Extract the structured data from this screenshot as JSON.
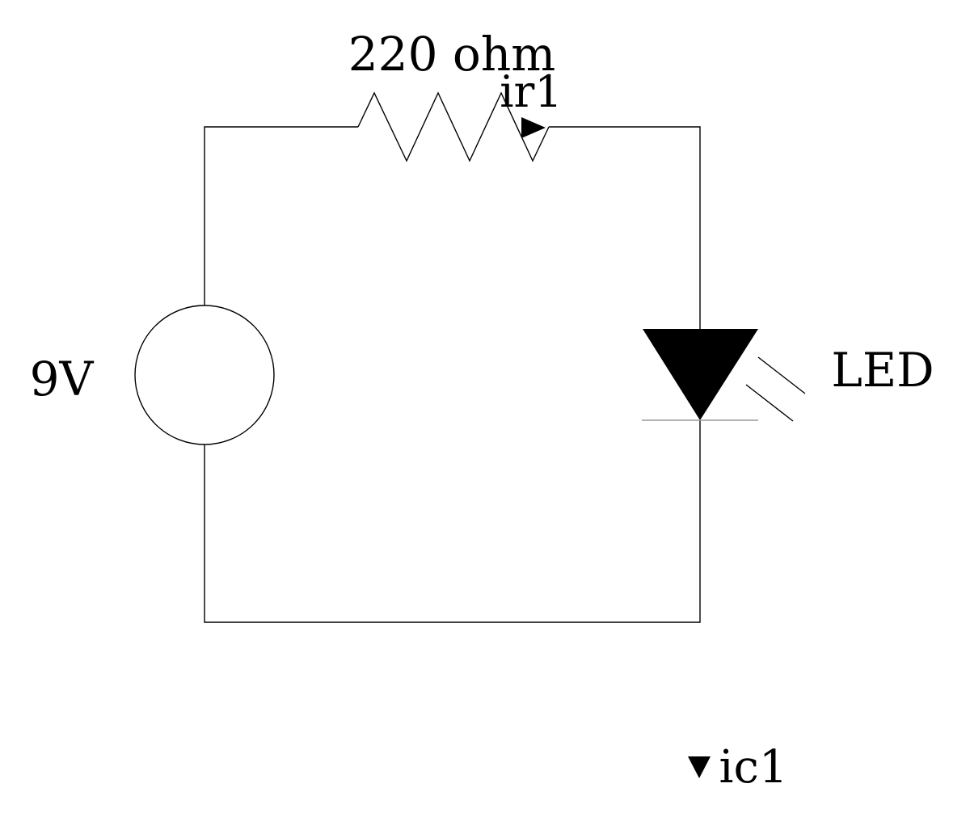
{
  "labels": {
    "resistor": "220 ohm",
    "resistor_current": "ir1",
    "source": "9V",
    "led": "LED",
    "circuit_current": "ic1"
  },
  "colors": {
    "line": "#000000",
    "background": "#ffffff",
    "led_base_line": "#999999"
  },
  "icons": {
    "current_arrow": "triangle-right-icon",
    "circuit_current_marker": "triangle-down-icon"
  }
}
